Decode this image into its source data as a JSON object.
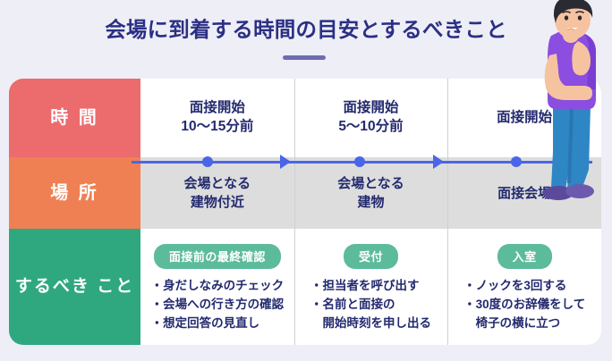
{
  "header": {
    "title": "会場に到着する時間の目安とするべきこと",
    "accent_color": "#6f6bb3"
  },
  "colors": {
    "background": "#eeeef7",
    "label_time": "#ec6b6d",
    "label_place": "#ef8053",
    "label_todo": "#2fa87f",
    "pill": "#5cbb9b",
    "timeline": "#4a66e8",
    "text": "#232a6e",
    "row_gray": "#dddddd"
  },
  "table": {
    "rows": [
      {
        "label": "時 間",
        "cells": [
          "面接開始\n10〜15分前",
          "面接開始\n5〜10分前",
          "面接開始"
        ]
      },
      {
        "label": "場 所",
        "cells": [
          "会場となる\n建物付近",
          "会場となる\n建物",
          "面接会場"
        ]
      },
      {
        "label": "するべき\nこと",
        "cells": [
          {
            "pill": "面接前の最終確認",
            "items": "・身だしなみのチェック\n・会場への行き方の確認\n・想定回答の見直し"
          },
          {
            "pill": "受付",
            "items": "・担当者を呼び出す\n・名前と面接の\n　開始時刻を申し出る"
          },
          {
            "pill": "入室",
            "items": "・ノックを3回する\n・30度のお辞儀をして\n　椅子の横に立つ"
          }
        ]
      }
    ]
  },
  "timeline": {
    "dots": 3,
    "arrows": 2
  },
  "illustration": {
    "name": "thinking-man-illustration",
    "shirt_color": "#8b4ee0",
    "pants_color": "#2f86c5",
    "shoe_color": "#5b4a9c",
    "hair_color": "#2a2a33",
    "skin_color": "#f6c3a0"
  }
}
